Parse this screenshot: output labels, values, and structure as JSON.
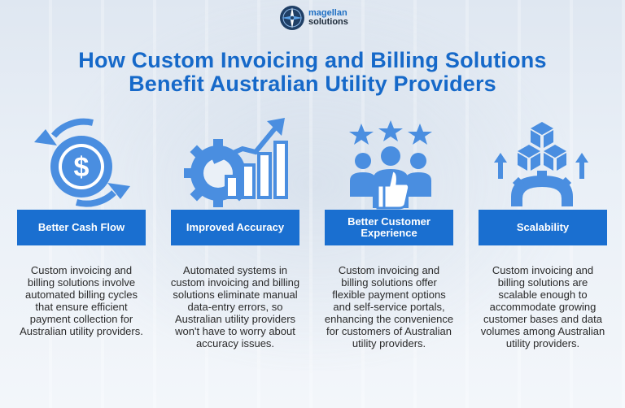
{
  "brand": {
    "line1": "magellan",
    "line2": "solutions"
  },
  "title": {
    "line1": "How Custom Invoicing and Billing Solutions",
    "line2": "Benefit Australian Utility Providers"
  },
  "colors": {
    "primary_blue": "#1a6fd0",
    "title_blue": "#1669c9",
    "icon_blue": "#4a8ee0"
  },
  "columns": [
    {
      "label": "Better Cash Flow",
      "icon": "dollar-coin-cycle-icon",
      "text": "Custom invoicing and billing solutions involve automated billing cycles that ensure efficient payment collection for Australian utility providers."
    },
    {
      "label": "Improved Accuracy",
      "icon": "gear-growth-chart-icon",
      "text": "Automated systems in custom invoicing and billing solutions eliminate manual data-entry errors, so Australian utility providers won't have to worry about accuracy issues."
    },
    {
      "label": "Better Customer Experience",
      "icon": "customers-thumbs-up-stars-icon",
      "text": "Custom invoicing and billing solutions offer flexible payment options and self-service portals, enhancing the convenience for customers of Australian utility providers."
    },
    {
      "label": "Scalability",
      "icon": "scaling-cubes-gear-icon",
      "text": "Custom invoicing and billing solutions are scalable enough to accommodate growing customer bases and data volumes among Australian utility providers."
    }
  ]
}
